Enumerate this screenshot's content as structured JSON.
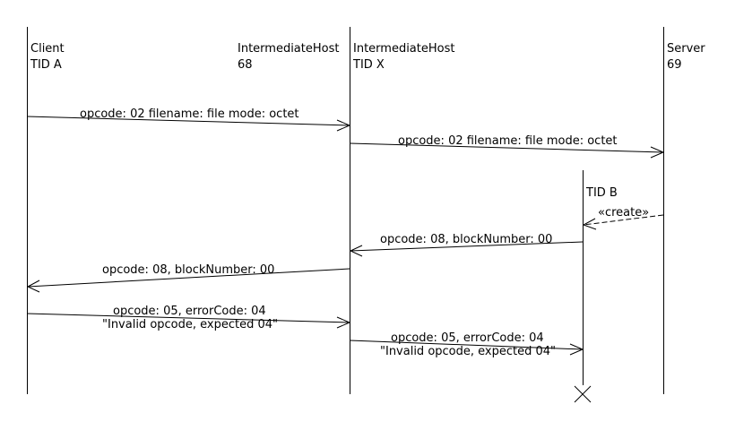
{
  "lifelines": [
    {
      "name": "Client",
      "sub": "TID A"
    },
    {
      "name": "IntermediateHost",
      "sub": "68"
    },
    {
      "name": "IntermediateHost",
      "sub": "TID X"
    },
    {
      "name": "Server",
      "sub": "69"
    }
  ],
  "created_lifeline": {
    "name": "TID B"
  },
  "messages": [
    {
      "line1": "opcode: 02 filename: file mode: octet",
      "line2": ""
    },
    {
      "line1": "opcode: 02 filename: file mode: octet",
      "line2": ""
    },
    {
      "line1": "«create»",
      "line2": ""
    },
    {
      "line1": "opcode: 08, blockNumber: 00",
      "line2": ""
    },
    {
      "line1": "opcode: 08, blockNumber: 00",
      "line2": ""
    },
    {
      "line1": "opcode: 05, errorCode: 04",
      "line2": "\"Invalid opcode, expected 04\""
    },
    {
      "line1": "opcode: 05, errorCode: 04",
      "line2": "\"Invalid opcode, expected 04\""
    }
  ]
}
